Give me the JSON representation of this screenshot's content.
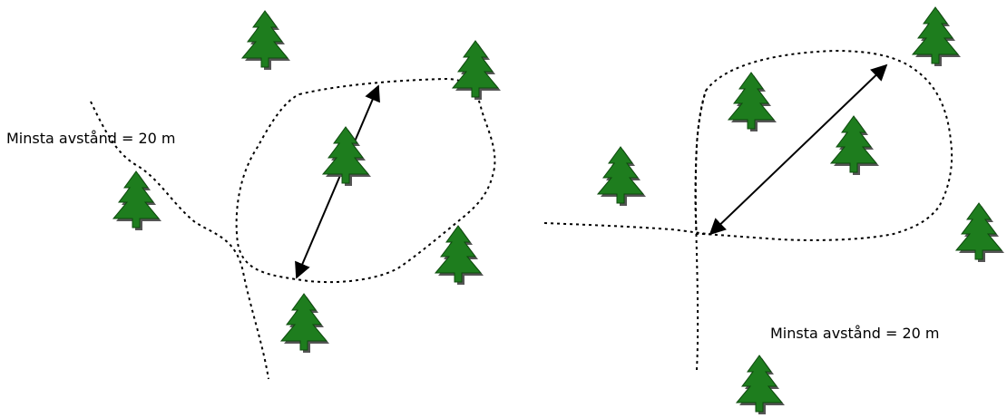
{
  "labels": {
    "left": "Minsta avstånd = 20 m",
    "right": "Minsta avstånd = 20 m"
  },
  "colors": {
    "tree_fill": "#1e7d1e",
    "tree_shadow": "#555555",
    "line": "#000000",
    "background": "#ffffff"
  },
  "icons": {
    "tree": "spruce-tree-icon",
    "arrow": "double-headed-arrow"
  }
}
